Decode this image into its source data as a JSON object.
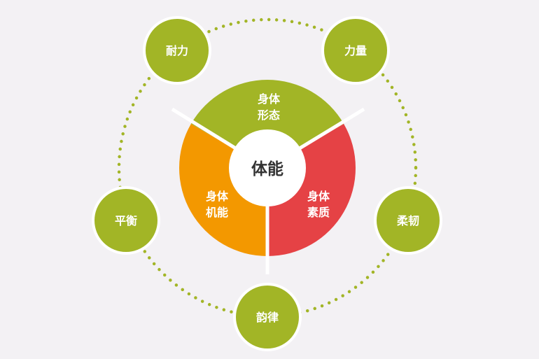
{
  "center": {
    "label": "体能"
  },
  "segments": [
    {
      "line1": "身体",
      "line2": "形态",
      "color": "#a2b526"
    },
    {
      "line1": "身体",
      "line2": "素质",
      "color": "#e54245"
    },
    {
      "line1": "身体",
      "line2": "机能",
      "color": "#f39800"
    }
  ],
  "nodes": [
    {
      "label": "耐力"
    },
    {
      "label": "力量"
    },
    {
      "label": "柔韧"
    },
    {
      "label": "韵律"
    },
    {
      "label": "平衡"
    }
  ],
  "colors": {
    "node": "#a2b526",
    "dots": "#a2b526",
    "background": "#f3f1f4"
  }
}
